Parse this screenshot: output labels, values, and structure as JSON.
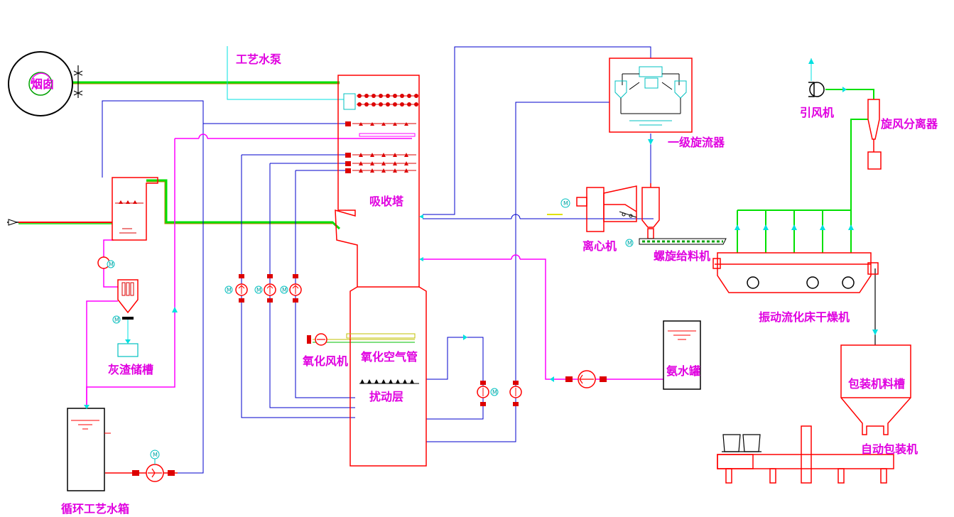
{
  "labels": {
    "chimney": "烟囱",
    "process_water_pump": "工艺水泵",
    "absorber": "吸收塔",
    "primary_cyclone": "一级旋流器",
    "induced_fan": "引风机",
    "cyclone_separator": "旋风分离器",
    "centrifuge": "离心机",
    "screw_feeder": "螺旋给料机",
    "vibrating_dryer": "振动流化床干燥机",
    "ash_tank": "灰渣储槽",
    "oxidation_fan": "氧化风机",
    "oxidation_air_pipe": "氧化空气管",
    "agitation_layer": "扰动层",
    "ammonia_tank": "氨水罐",
    "packer_hopper": "包装机料槽",
    "auto_packer": "自动包装机",
    "circulating_water_tank": "循环工艺水箱"
  },
  "motor_symbol": "M",
  "colors": {
    "equipment": "#ff0000",
    "flue_gas_pipe": "#00e000",
    "water_pipe": "#0000cc",
    "ammonia_pipe": "#ff00ff",
    "label": "#e000e0"
  }
}
